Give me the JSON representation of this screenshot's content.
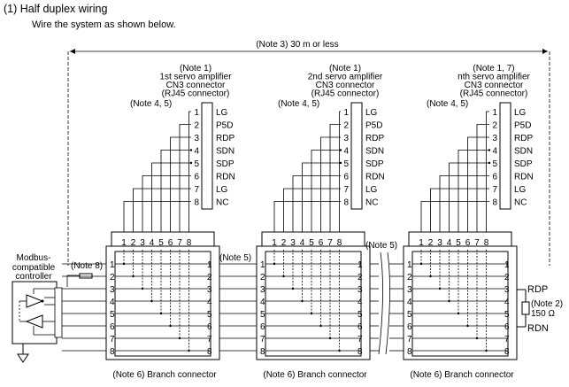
{
  "heading": "(1)  Half duplex wiring",
  "subheading": "Wire the system as shown below.",
  "distance_note": "(Note 3) 30 m or less",
  "amplifiers": [
    {
      "note": "(Note 1)",
      "name": "1st servo amplifier",
      "connector": "CN3 connector",
      "type": "(RJ45 connector)",
      "cable_note": "(Note 4, 5)"
    },
    {
      "note": "(Note 1)",
      "name": "2nd servo amplifier",
      "connector": "CN3 connector",
      "type": "(RJ45 connector)",
      "cable_note": "(Note 4, 5)"
    },
    {
      "note": "(Note 1, 7)",
      "name": "nth servo amplifier",
      "connector": "CN3 connector",
      "type": "(RJ45 connector)",
      "cable_note": "(Note 4, 5)"
    }
  ],
  "pins": [
    {
      "num": "1",
      "sig": "LG"
    },
    {
      "num": "2",
      "sig": "P5D"
    },
    {
      "num": "3",
      "sig": "RDP"
    },
    {
      "num": "4",
      "sig": "SDN"
    },
    {
      "num": "5",
      "sig": "SDP"
    },
    {
      "num": "6",
      "sig": "RDN"
    },
    {
      "num": "7",
      "sig": "LG"
    },
    {
      "num": "8",
      "sig": "NC"
    }
  ],
  "branch_pins": [
    "1",
    "2",
    "3",
    "4",
    "5",
    "6",
    "7",
    "8"
  ],
  "branch_label": "(Note 6) Branch connector",
  "controller": {
    "line1": "Modbus-",
    "line2": "compatible",
    "line3": "controller"
  },
  "note8": "(Note 8)",
  "note5": "(Note 5)",
  "note5b": "(Note 5)",
  "terminator": {
    "top": "RDP",
    "note": "(Note 2)",
    "value": "150 Ω",
    "bottom": "RDN"
  }
}
